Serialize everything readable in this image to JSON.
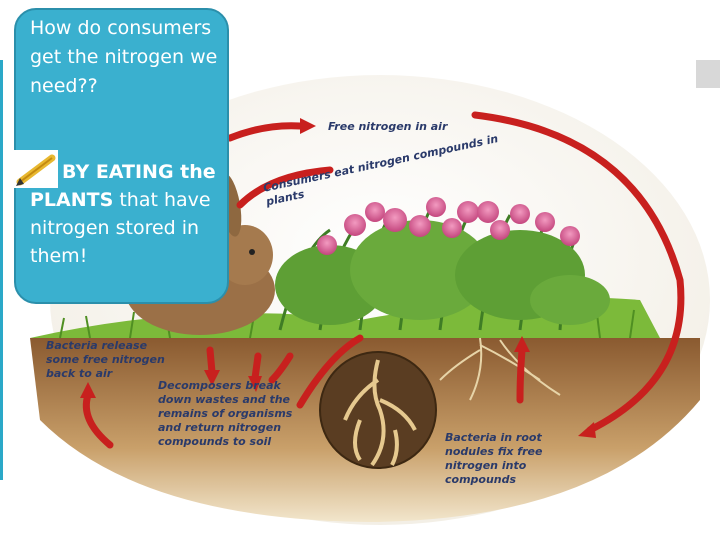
{
  "callout": {
    "question": "How do consumers get the nitrogen we need??",
    "answer_bold_1": "BY EATING the PLANTS",
    "answer_rest": " that have nitrogen stored in them!"
  },
  "diagram": {
    "free_nitrogen": "Free nitrogen in air",
    "consumers_eat": "Consumers eat nitrogen compounds in plants",
    "bacteria_release": "Bacteria release some free nitrogen back to air",
    "decomposers": "Decomposers break down wastes and the remains of organisms and return nitrogen compounds to soil",
    "bacteria_root": "Bacteria in root nodules fix free nitrogen into compounds"
  },
  "colors": {
    "callout_bg": "#3ab0cf",
    "arrow_red": "#c8201e",
    "soil": "#6b4a2a",
    "grass": "#5aa02c"
  }
}
